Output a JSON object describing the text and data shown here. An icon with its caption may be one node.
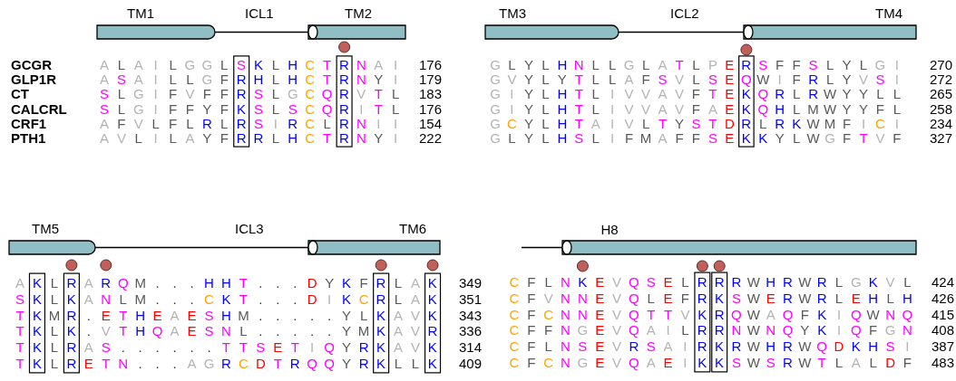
{
  "diagram": {
    "nodes": [
      {
        "text": [
          "TM1"
        ]
      },
      {
        "text": [
          "TM2"
        ]
      },
      {
        "text": [
          "TM3"
        ]
      },
      {
        "text": [
          "TM4"
        ]
      },
      {
        "text": [
          "TM5"
        ]
      },
      {
        "text": [
          "TM6"
        ]
      },
      {
        "text": [
          "H8"
        ]
      },
      {
        "text": [],
        "shape": "box"
      },
      {
        "text": [],
        "shape": "box"
      },
      {
        "text": [],
        "shape": "box"
      },
      {
        "text": [],
        "shape": "box"
      },
      {
        "text": [],
        "shape": "box"
      },
      {
        "text": [],
        "shape": "box"
      },
      {
        "text": [],
        "shape": "box"
      },
      {
        "text": [],
        "shape": "box"
      },
      {
        "text": [],
        "shape": "box"
      }
    ],
    "edges": [
      {
        "from": 0,
        "to": 1,
        "arrow": "none",
        "label": "ICL1"
      },
      {
        "from": 2,
        "to": 3,
        "arrow": "none",
        "label": "ICL2"
      },
      {
        "from": 4,
        "to": 5,
        "arrow": "none",
        "label": "ICL3"
      },
      {
        "from": null,
        "to": 6,
        "arrow": "none"
      }
    ],
    "labels": [
      "GCGR",
      "GLP1R",
      "CT",
      "CALCRL",
      "CRF1",
      "PTH1",
      "A L A I L G G L S K L H C T R N A I",
      "176",
      "A S A I L L G F R H L H C T R N Y I",
      "179",
      "S L G I F V F F R S L G C Q R V T L",
      "183",
      "S L G I F F Y F K S L S C Q R I T L",
      "176",
      "A F V L F L R L R S I R C L R N I I",
      "154",
      "A V L I L A Y F R R L H C T R N Y I",
      "222",
      "G L Y L H N L L G L A T L P E R S F F S L Y L G I",
      "270",
      "G V Y L Y T L L A F S V L S E Q W I F R L Y V S I",
      "272",
      "G I Y L H T L I V V A V F T E K Q R L R W Y Y L L",
      "265",
      "G I Y L H T L I V V A V F A E K Q H L M W Y Y F L",
      "258",
      "G C Y L H T A I V L T Y S T D R L R K W M F I C I",
      "234",
      "G L Y L H S L I F M A F F S E K K Y L W G F T V F",
      "327",
      "A K L R A R Q M . . . H H T . . . D Y K F R L A K",
      "349",
      "S K L K A N L M . . . C K T . . . D I K C R L A K",
      "351",
      "T K M R . E T H E A E S H M . . . . . Y L K A V K",
      "343",
      "T K L K . V T H Q A E S N L . . . . . Y M K A V R",
      "336",
      "T K L R A S . . . . . . T T S E T I Q Y R K A V K",
      "314",
      "T K L R E T N . . . A G R C D T R Q Q Y R K L L K",
      "409",
      "C F L N K E V Q S E L R R R W H R W R L G K V L",
      "424",
      "C F V N N E V Q L E F R K S W E R W R L E H L H",
      "426",
      "C F C N N E V Q T T V K R Q W A Q F K I Q W N Q",
      "415",
      "C F F N G E V Q A I L R R N W N Q Y K I Q F G N",
      "408",
      "C F L N S E V R S A I R K R W H R W Q D K H S I",
      "387",
      "C F C N G E V Q A E I K K S W S R W T L A L D F",
      "483"
    ]
  }
}
